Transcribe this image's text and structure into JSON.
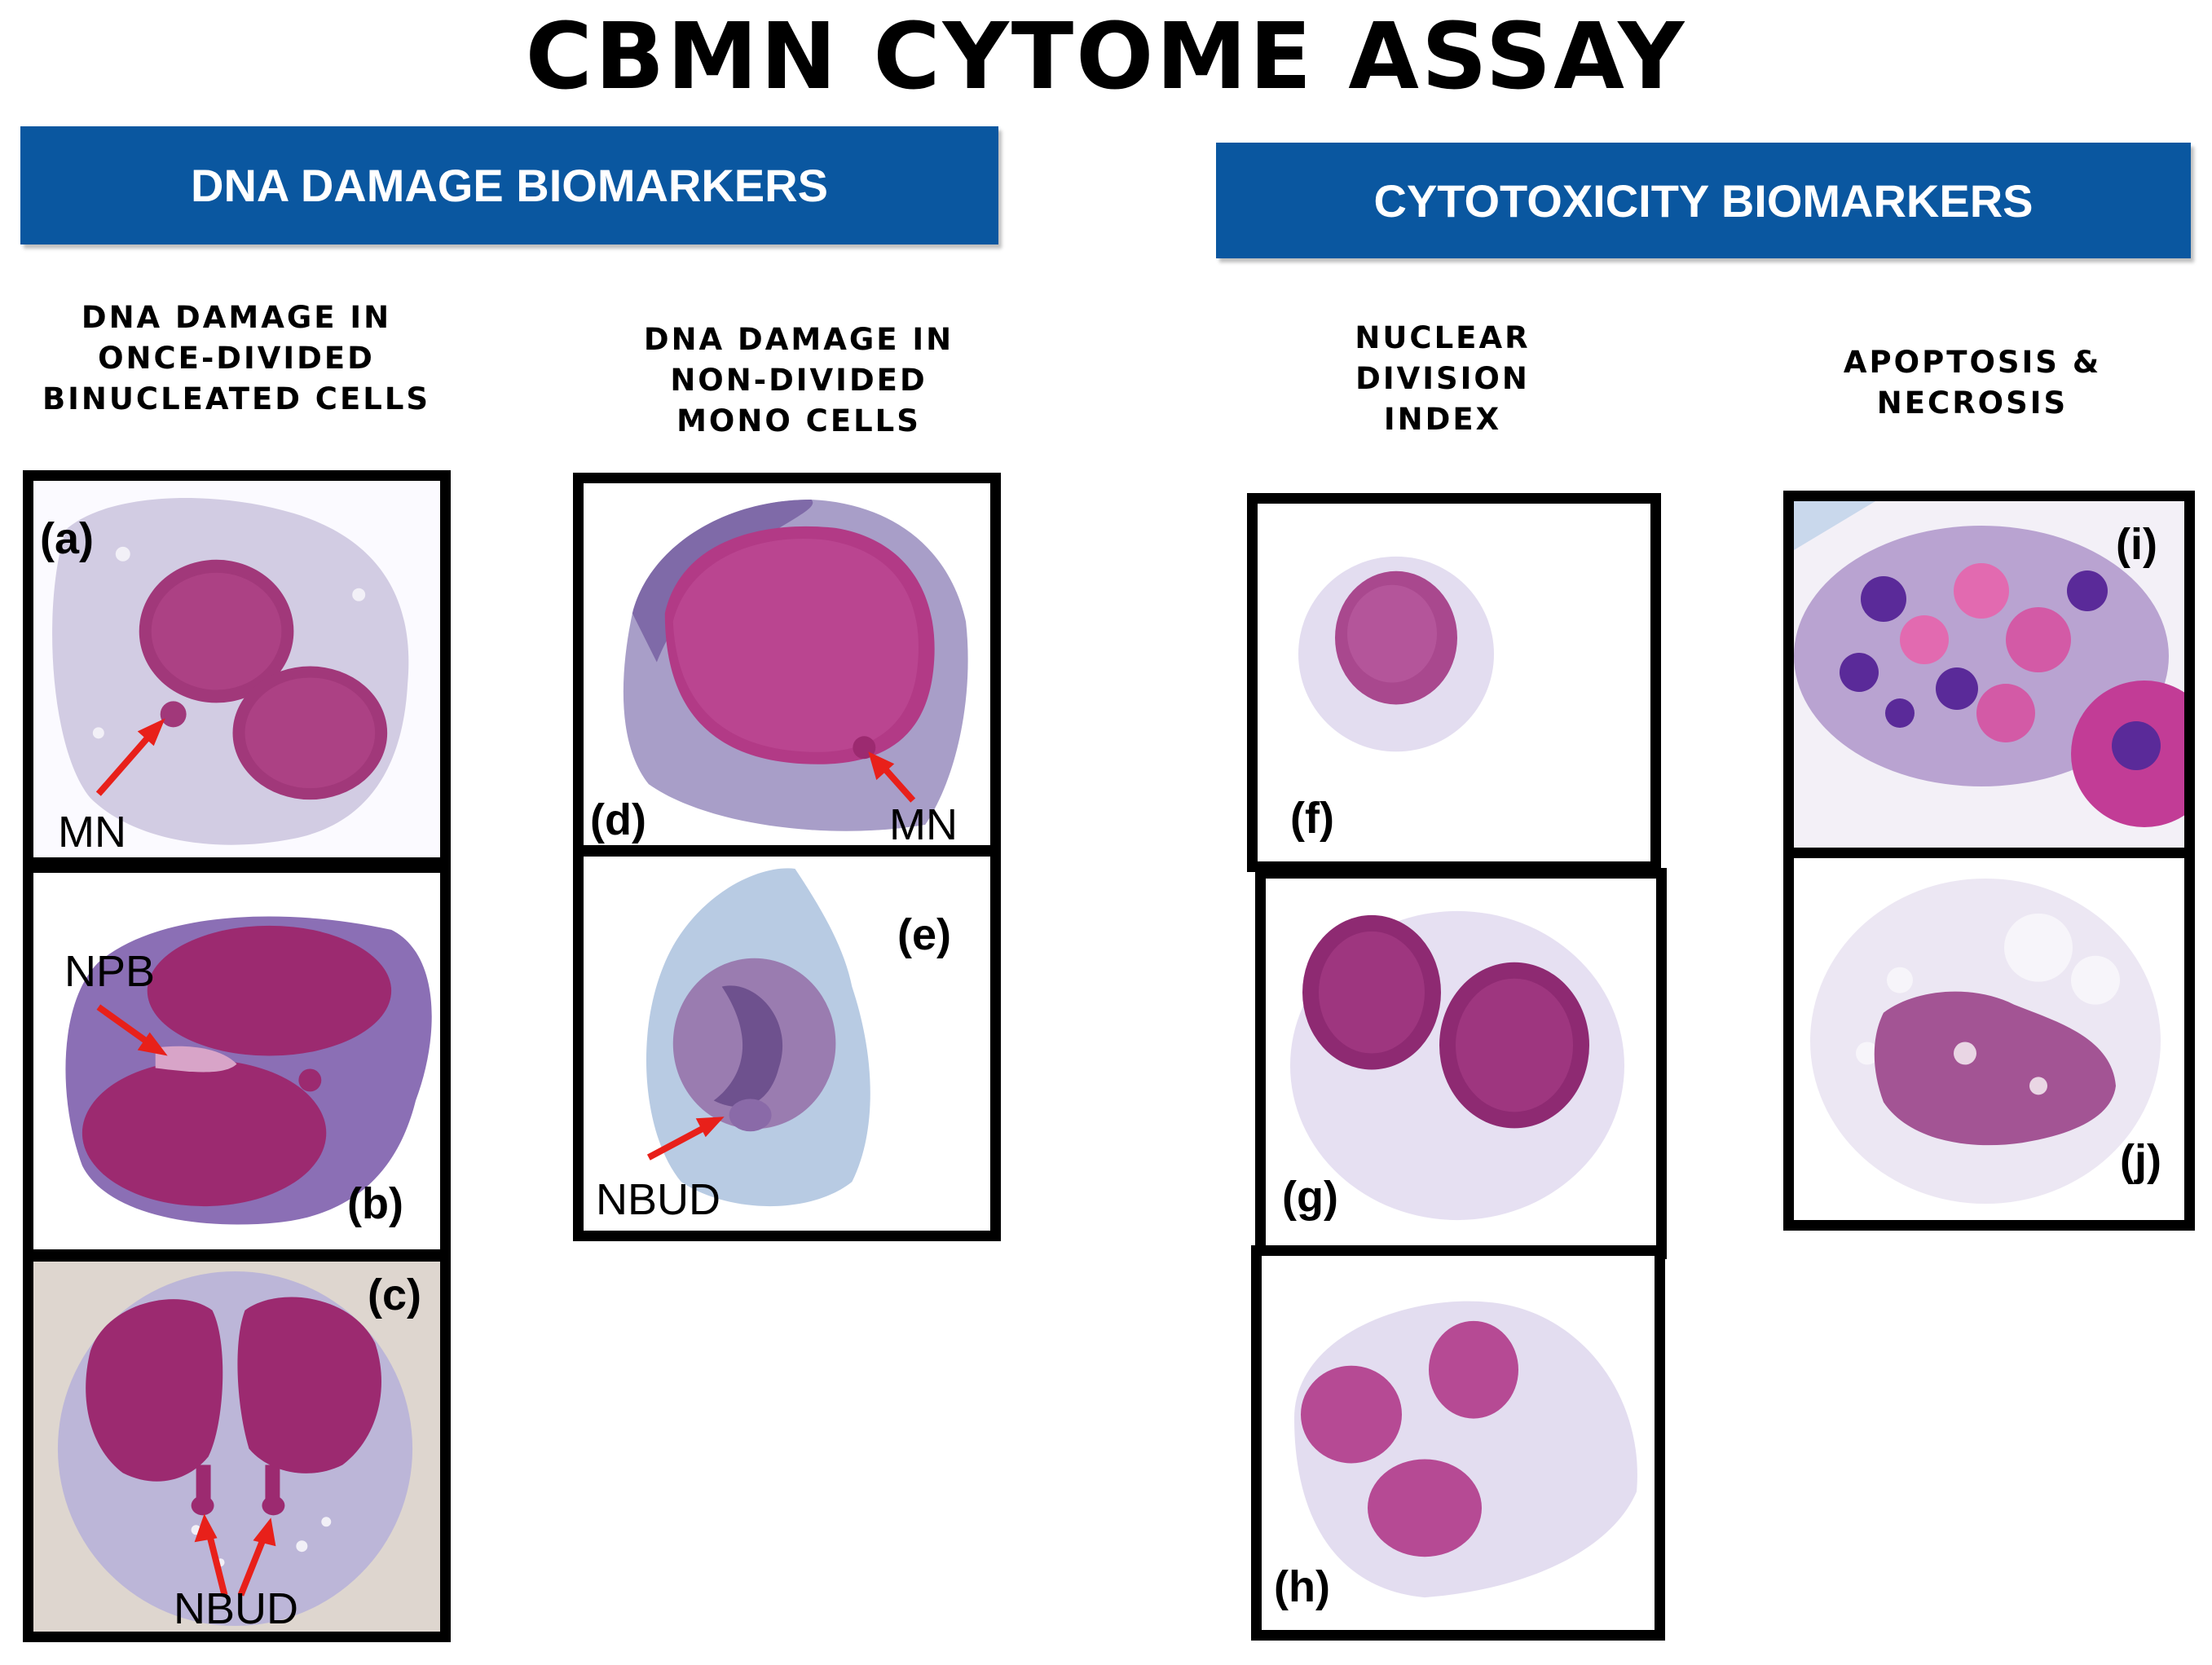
{
  "title": "CBMN CYTOME  ASSAY",
  "banners": {
    "dna_damage": "DNA DAMAGE BIOMARKERS",
    "cytotoxicity": "CYTOTOXICITY BIOMARKERS"
  },
  "column_headers": {
    "binucleated": [
      "DNA DAMAGE IN",
      "ONCE-DIVIDED",
      "BINUCLEATED CELLS"
    ],
    "mono": [
      "DNA DAMAGE IN",
      "NON-DIVIDED",
      "MONO CELLS"
    ],
    "ndi": [
      "NUCLEAR",
      "DIVISION",
      "INDEX"
    ],
    "apoptosis": [
      "APOPTOSIS &",
      "NECROSIS"
    ]
  },
  "panels": {
    "a": {
      "label": "(a)",
      "annotation": "MN"
    },
    "b": {
      "label": "(b)",
      "annotation": "NPB"
    },
    "c": {
      "label": "(c)",
      "annotation": "NBUD"
    },
    "d": {
      "label": "(d)",
      "annotation": "MN"
    },
    "e": {
      "label": "(e)",
      "annotation": "NBUD"
    },
    "f": {
      "label": "(f)"
    },
    "g": {
      "label": "(g)"
    },
    "h": {
      "label": "(h)"
    },
    "i": {
      "label": "(i)"
    },
    "j": {
      "label": "(j)"
    }
  },
  "colors": {
    "banner": "#0a57a0",
    "arrow": "#e8201a",
    "nucleus": "#b0387e",
    "cytoplasm": "#c9c3df"
  }
}
